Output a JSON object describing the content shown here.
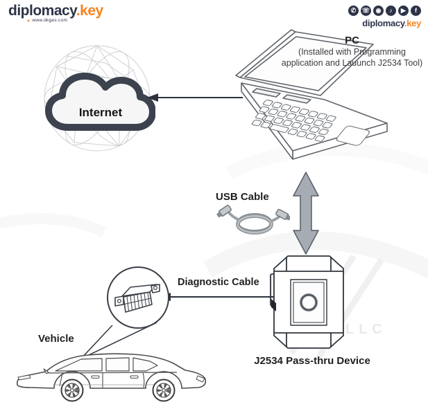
{
  "header": {
    "logo": {
      "brand": "diplomacy",
      "separator": ".",
      "suffix": "key",
      "tagline_marker": "▲",
      "tagline": "www.dkges.com"
    },
    "logo_right": {
      "brand": "diplomacy",
      "separator": ".",
      "suffix": "key"
    },
    "social_icons": [
      {
        "name": "whatsapp-icon",
        "glyph": "✆"
      },
      {
        "name": "phone-icon",
        "glyph": "☏"
      },
      {
        "name": "instagram-icon",
        "glyph": "◉"
      },
      {
        "name": "tiktok-icon",
        "glyph": "♪"
      },
      {
        "name": "youtube-icon",
        "glyph": "▶"
      },
      {
        "name": "facebook-icon",
        "glyph": "f"
      }
    ]
  },
  "diagram": {
    "internet": {
      "label": "Internet"
    },
    "pc": {
      "title": "PC",
      "subtitle": "(Installed with Programming application and Lauunch J2534 Tool)"
    },
    "usb_cable": {
      "label": "USB Cable"
    },
    "device": {
      "label": "J2534 Pass-thru Device"
    },
    "diagnostic_cable": {
      "label": "Diagnostic Cable"
    },
    "vehicle": {
      "label": "Vehicle"
    }
  },
  "watermark": {
    "text": "LLC"
  },
  "colors": {
    "brand_navy": "#2d3447",
    "brand_orange": "#f5831f",
    "line_dark": "#2b303a",
    "arrow_gray": "#a6acb3",
    "globe_gray": "#cdd0d2"
  }
}
